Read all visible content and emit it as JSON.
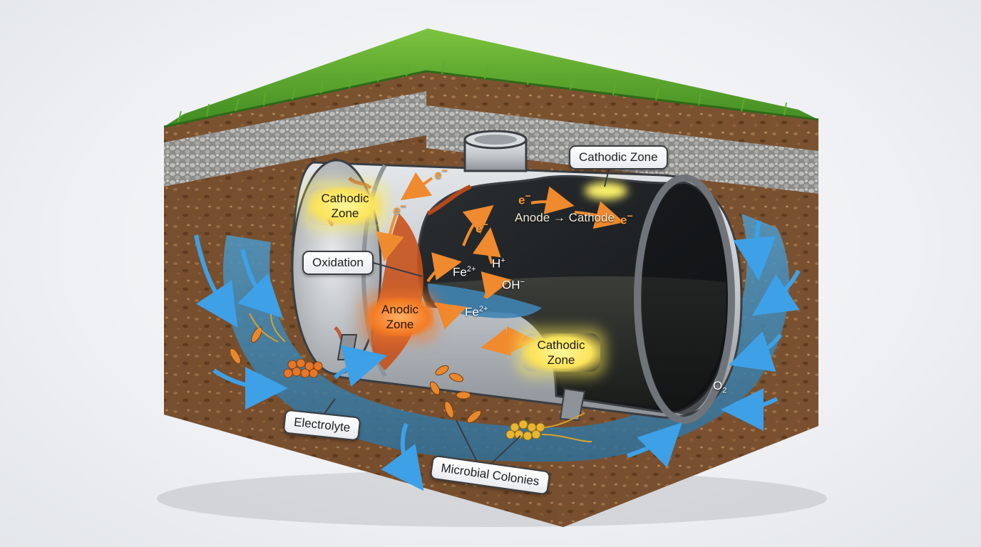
{
  "diagram": {
    "subject": "Microbially influenced corrosion of an underground steel tank",
    "colors": {
      "grass": "#4f9a2a",
      "topsoil": "#6b4428",
      "gravel": "#9a9a98",
      "subsoil": "#8a5a34",
      "electrolyte": "#5aa6d8",
      "rust": "#c8521c",
      "cathodic_glow": "#fbe35a",
      "anodic_glow": "#f47b24",
      "electron_arrow": "#f08a2e",
      "water_flow_arrow": "#3ea0e6",
      "steel": "#c9ced3",
      "tank_interior": "#1e2224"
    },
    "labels": {
      "cathodic_zone_left": [
        "Cathodic",
        "Zone"
      ],
      "cathodic_zone_top": "Cathodic Zone",
      "cathodic_zone_right": [
        "Cathodic",
        "Zone"
      ],
      "anodic_zone": [
        "Anodic",
        "Zone"
      ],
      "oxidation": "Oxidation",
      "electrolyte": "Electrolyte",
      "microbial_colonies": "Microbial Colonies"
    },
    "chemistry": {
      "electron": "e",
      "electron_charge": "−",
      "fe_ion": "Fe",
      "fe_charge": "2+",
      "hydrogen_ion": "H",
      "hydrogen_charge": "+",
      "hydroxide": "OH",
      "hydroxide_charge": "−",
      "oxygen": "O",
      "oxygen_sub": "2"
    },
    "flow_caption": {
      "from": "Anode",
      "arrow": "→",
      "to": "Cathode"
    }
  }
}
